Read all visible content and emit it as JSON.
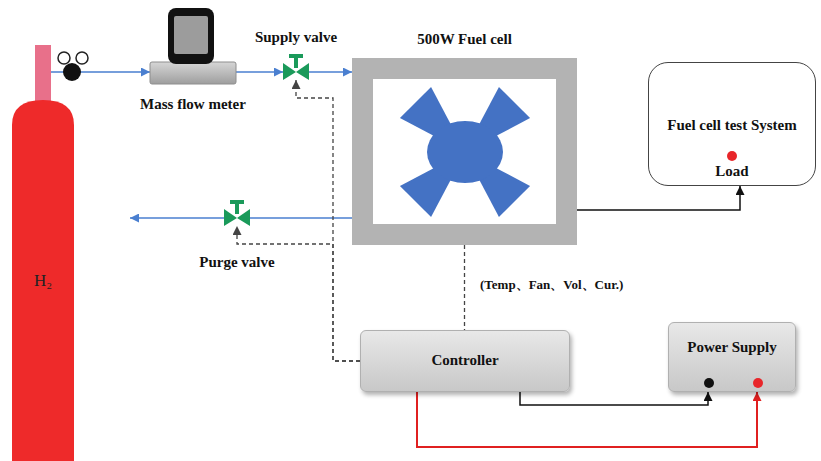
{
  "diagram": {
    "nodes": [
      {
        "text": [
          "H₂"
        ]
      },
      {
        "text": [
          "Mass flow meter"
        ]
      },
      {
        "text": [
          "Supply valve"
        ]
      },
      {
        "text": [
          "500W Fuel cell"
        ]
      },
      {
        "text": [
          "Fuel cell test System",
          "Load"
        ]
      },
      {
        "text": [
          "Purge valve"
        ]
      },
      {
        "text": [
          "Controller"
        ]
      },
      {
        "text": [
          "Power Supply"
        ]
      }
    ],
    "edges": [
      {
        "from": 0,
        "to": 1,
        "arrow": "to"
      },
      {
        "from": 1,
        "to": 2,
        "arrow": "to"
      },
      {
        "from": 2,
        "to": 3,
        "arrow": "to"
      },
      {
        "from": 3,
        "to": 5,
        "arrow": "none"
      },
      {
        "from": 3,
        "to": 4,
        "arrow": "to"
      },
      {
        "from": 3,
        "to": 6,
        "arrow": "none",
        "label": "(Temp、Fan、Vol、Cur.)"
      },
      {
        "from": 6,
        "to": 2,
        "arrow": "to"
      },
      {
        "from": 6,
        "to": 5,
        "arrow": "to"
      },
      {
        "from": 6,
        "to": 7,
        "arrow": "to"
      },
      {
        "from": 6,
        "to": 7,
        "arrow": "to"
      }
    ]
  }
}
